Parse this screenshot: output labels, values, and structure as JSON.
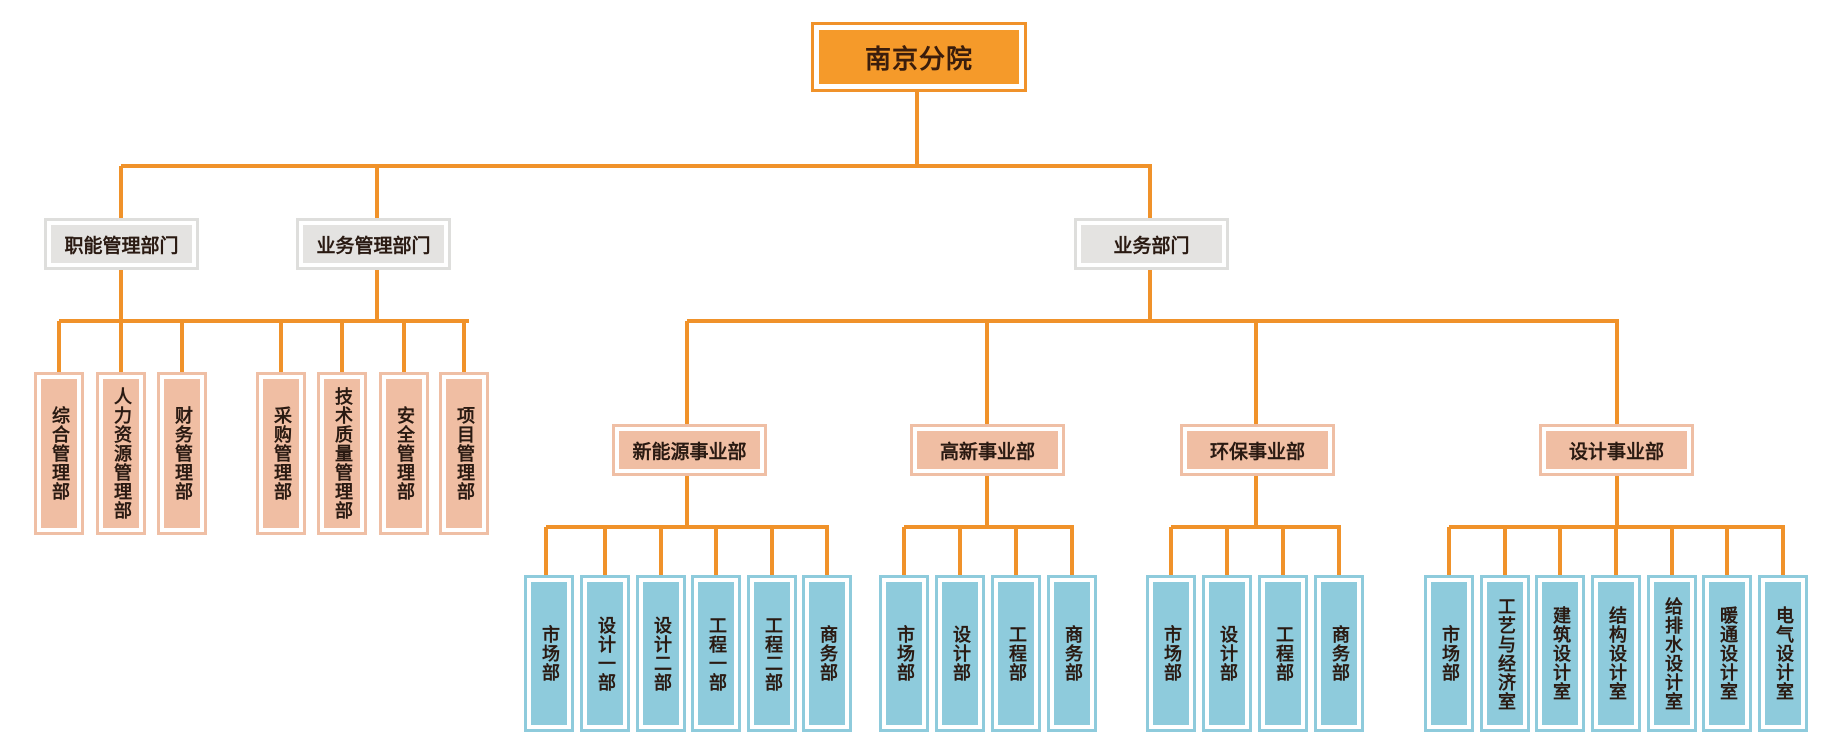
{
  "org": {
    "root": "南京分院",
    "level1": {
      "functional": "职能管理部门",
      "business_mgmt": "业务管理部门",
      "business": "业务部门"
    },
    "functional_units": [
      "综合管理部",
      "人力资源管理部",
      "财务管理部"
    ],
    "business_mgmt_units": [
      "采购管理部",
      "技术质量管理部",
      "安全管理部",
      "项目管理部"
    ],
    "business_divisions": [
      {
        "name": "新能源事业部",
        "units": [
          "市场部",
          "设计一部",
          "设计二部",
          "工程一部",
          "工程二部",
          "商务部"
        ]
      },
      {
        "name": "高新事业部",
        "units": [
          "市场部",
          "设计部",
          "工程部",
          "商务部"
        ]
      },
      {
        "name": "环保事业部",
        "units": [
          "市场部",
          "设计部",
          "工程部",
          "商务部"
        ]
      },
      {
        "name": "设计事业部",
        "units": [
          "市场部",
          "工艺与经济室",
          "建筑设计室",
          "结构设计室",
          "给排水设计室",
          "暖通设计室",
          "电气设计室"
        ]
      }
    ]
  },
  "colors": {
    "connector": "#f0922a",
    "root_fill": "#f59a2a",
    "grey_fill": "#e4e3e1",
    "peach_fill": "#f0bea3",
    "blue_fill": "#8ecbdc"
  }
}
